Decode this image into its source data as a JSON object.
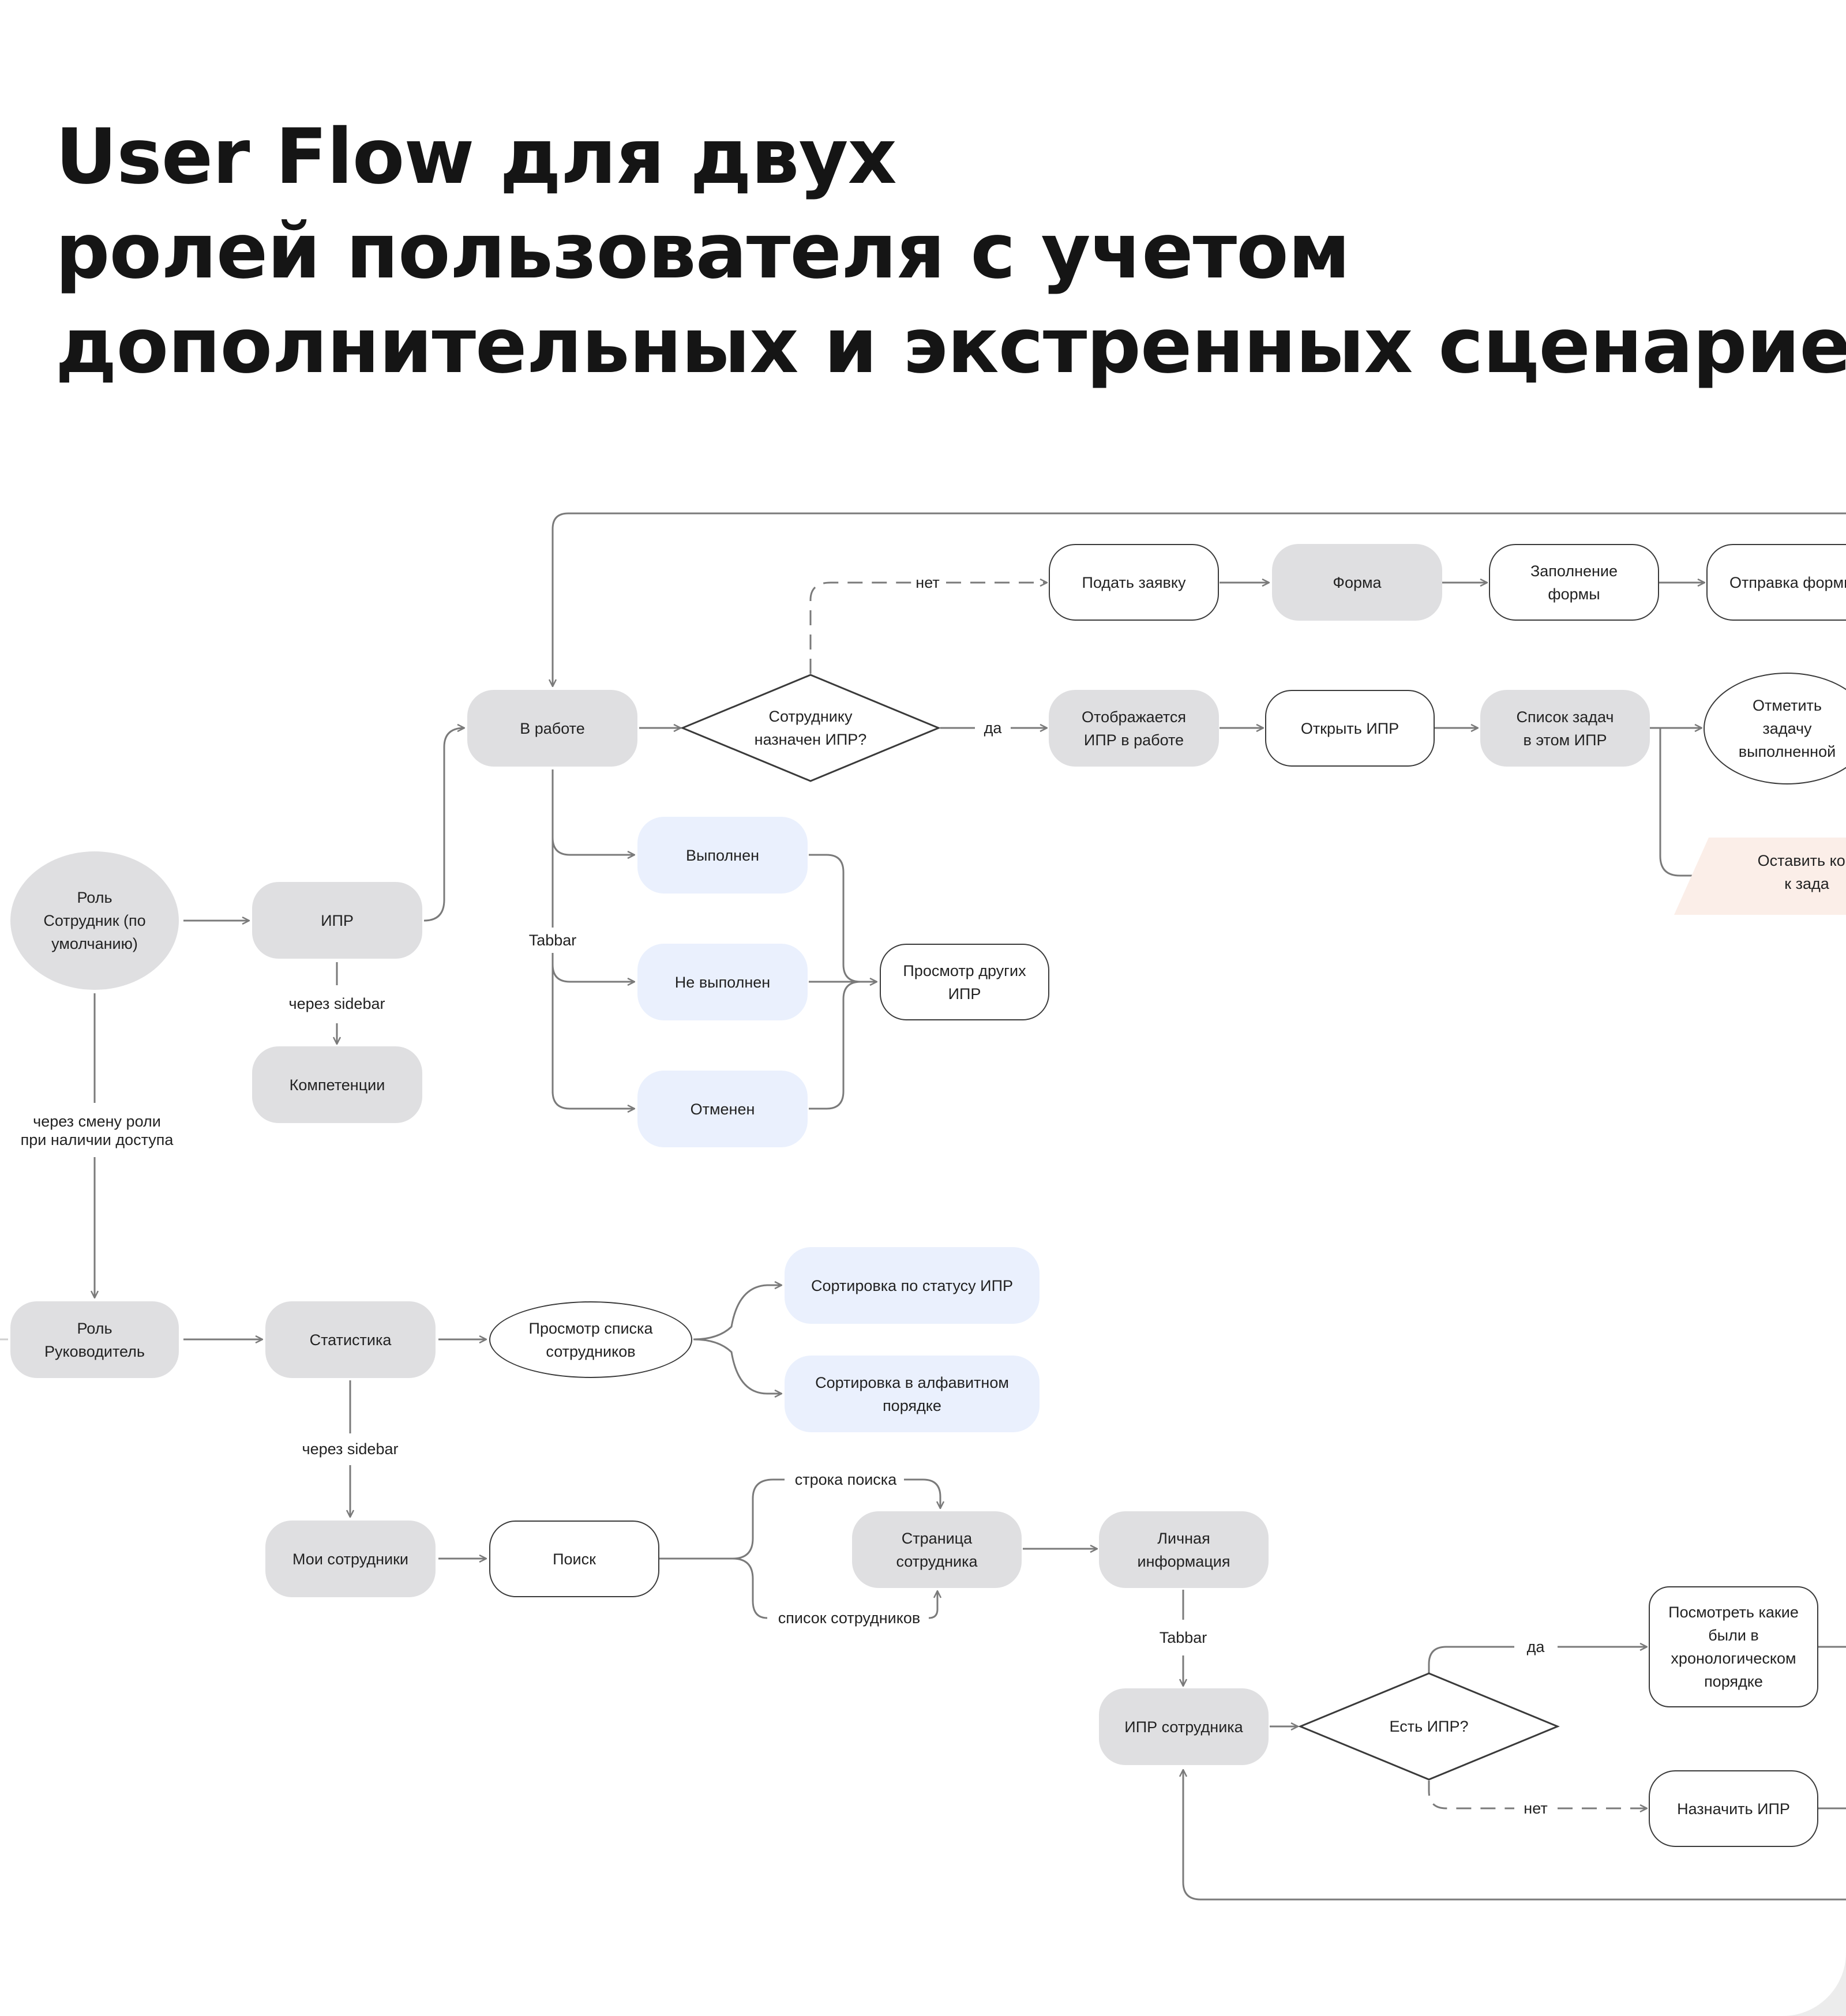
{
  "title": {
    "line1": "User Flow для двух",
    "line2": "ролей пользователя с учетом",
    "line3": "дополнительных и экстренных сценариев"
  },
  "nodes": {
    "role_employee": "Роль\nСотрудник (по\nумолчанию)",
    "ipr": "ИПР",
    "competencies": "Компетенции",
    "in_progress": "В работе",
    "decision_assigned": "Сотруднику\nназначен ИПР?",
    "submit_request": "Подать заявку",
    "form": "Форма",
    "fill_form": "Заполнение\nформы",
    "send_form": "Отправка формы",
    "shown_ipr": "Отображается\nИПР в работе",
    "open_ipr": "Открыть ИПР",
    "task_list": "Список задач\nв этом ИПР",
    "mark_done": "Отметить\nзадачу\nвыполненной",
    "leave_comment": "Оставить ком\nк зада",
    "done": "Выполнен",
    "not_done": "Не выполнен",
    "cancelled": "Отменен",
    "view_other": "Просмотр других\nИПР",
    "role_manager": "Роль\nРуководитель",
    "statistics": "Статистика",
    "view_list": "Просмотр списка\nсотрудников",
    "sort_status": "Сортировка по статусу ИПР",
    "sort_alpha": "Сортировка в алфавитном\nпорядке",
    "my_employees": "Мои сотрудники",
    "search": "Поиск",
    "employee_page": "Страница\nсотрудника",
    "personal_info": "Личная\nинформация",
    "employee_ipr": "ИПР сотрудника",
    "decision_has_ipr": "Есть ИПР?",
    "view_chrono": "Посмотреть какие\nбыли в\nхронологическом\nпорядке",
    "assign_ipr": "Назначить ИПР"
  },
  "labels": {
    "no_top": "нет",
    "yes_top": "да",
    "via_sidebar_1": "через sidebar",
    "tabbar_1": "Tabbar",
    "role_switch": "через смену роли\nпри наличии доступа",
    "via_sidebar_2": "через sidebar",
    "search_bar": "строка поиска",
    "employee_list": "список сотрудников",
    "tabbar_2": "Tabbar",
    "yes_bottom": "да",
    "no_bottom": "нет"
  },
  "colors": {
    "gray_node": "#dfdfe1",
    "blue_node": "#eaf0fd",
    "peach_node": "#fbeee8",
    "connector": "#7a7a7a"
  }
}
